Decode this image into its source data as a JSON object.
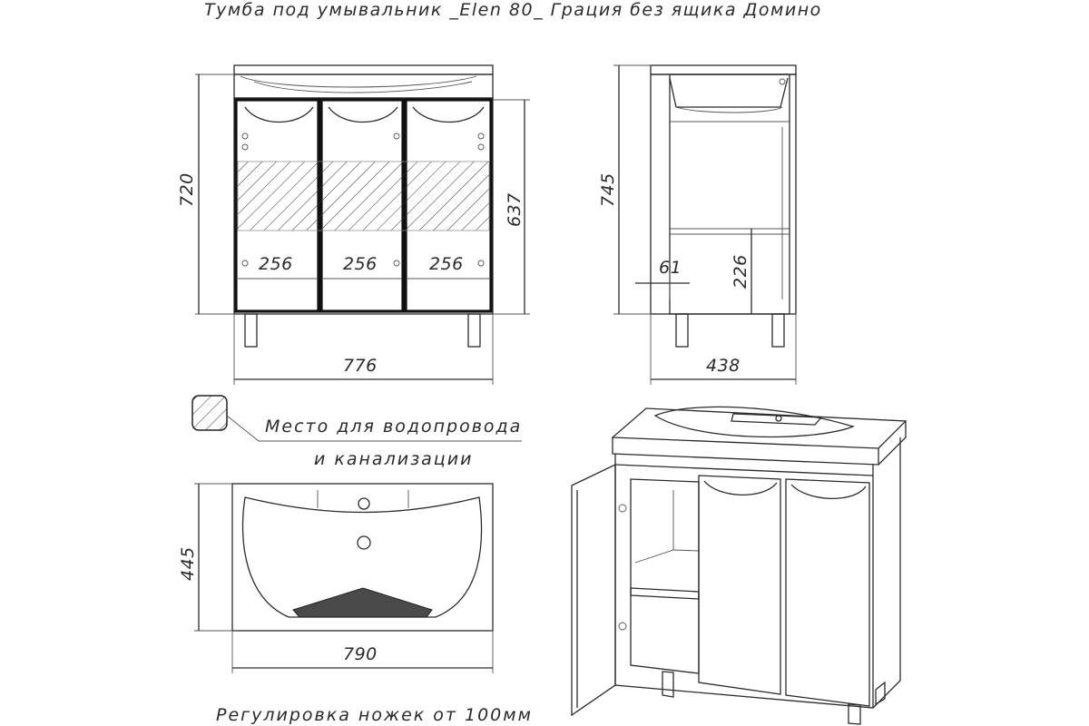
{
  "title": "Тумба под умывальник _Elen 80_ Грация без ящика Домино",
  "dimensions": {
    "front_height": "720",
    "door_height": "637",
    "door_width_1": "256",
    "door_width_2": "256",
    "door_width_3": "256",
    "front_width": "776",
    "side_height": "745",
    "side_offset": "61",
    "shelf_height": "226",
    "side_depth": "438",
    "top_depth": "445",
    "top_width": "790"
  },
  "notes": {
    "plumbing_line1": "Место для водопровода",
    "plumbing_line2": "и канализации",
    "legs": "Регулировка ножек от 100мм"
  }
}
